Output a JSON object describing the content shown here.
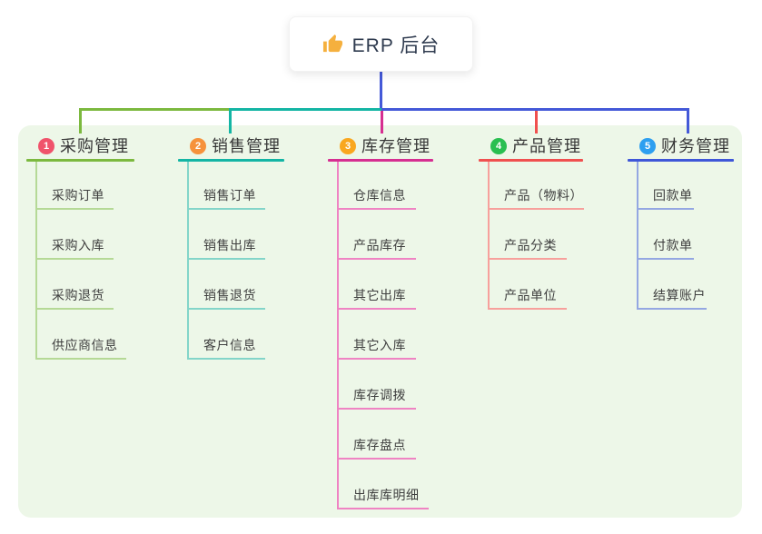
{
  "root": {
    "icon": "thumbs-up-icon",
    "label": "ERP 后台"
  },
  "colors": {
    "page_background": "#ffffff",
    "panel_background": "#edf7e8",
    "root_card_background": "#ffffff",
    "root_text": "#2f3b4f",
    "root_connector": "#4459d8",
    "title_text": "#373737",
    "child_text": "#3f3f3f",
    "thumb_icon": "#f5b03e"
  },
  "branches": [
    {
      "number": "1",
      "label": "采购管理",
      "badge_color": "#f0536b",
      "line_color": "#7cb93f",
      "child_line_color": "#b5d996",
      "children": [
        "采购订单",
        "采购入库",
        "采购退货",
        "供应商信息"
      ]
    },
    {
      "number": "2",
      "label": "销售管理",
      "badge_color": "#f6923c",
      "line_color": "#14b5a4",
      "child_line_color": "#83d5c9",
      "children": [
        "销售订单",
        "销售出库",
        "销售退货",
        "客户信息"
      ]
    },
    {
      "number": "3",
      "label": "库存管理",
      "badge_color": "#f9a71f",
      "line_color": "#d62f91",
      "child_line_color": "#ef83c3",
      "children": [
        "仓库信息",
        "产品库存",
        "其它出库",
        "其它入库",
        "库存调拨",
        "库存盘点",
        "出库库明细"
      ]
    },
    {
      "number": "4",
      "label": "产品管理",
      "badge_color": "#2abf51",
      "line_color": "#f0504f",
      "child_line_color": "#f7a09c",
      "children": [
        "产品（物料）",
        "产品分类",
        "产品单位"
      ]
    },
    {
      "number": "5",
      "label": "财务管理",
      "badge_color": "#2d9ff0",
      "line_color": "#3f57d8",
      "child_line_color": "#94a7e2",
      "children": [
        "回款单",
        "付款单",
        "结算账户"
      ]
    }
  ]
}
